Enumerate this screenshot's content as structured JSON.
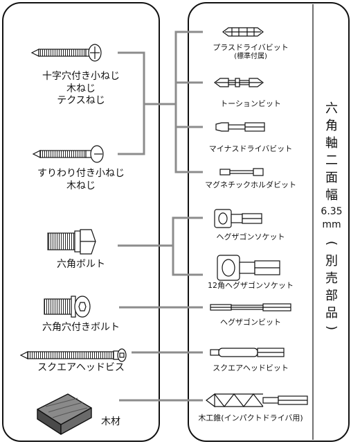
{
  "left_items": [
    {
      "id": "phillips-screw",
      "lines": [
        "十字穴付き小ねじ",
        "木ねじ",
        "テクスねじ"
      ],
      "icon": "phillips-screw-icon"
    },
    {
      "id": "slotted-screw",
      "lines": [
        "すりわり付き小ねじ",
        "木ねじ"
      ],
      "icon": "slotted-screw-icon"
    },
    {
      "id": "hex-bolt",
      "lines": [
        "六角ボルト"
      ],
      "icon": "hex-bolt-icon"
    },
    {
      "id": "hex-socket-bolt",
      "lines": [
        "六角穴付きボルト"
      ],
      "icon": "hex-socket-bolt-icon"
    },
    {
      "id": "square-screw",
      "lines": [
        "スクエアヘッドビス"
      ],
      "icon": "square-screw-icon"
    },
    {
      "id": "wood",
      "lines": [
        "木材"
      ],
      "icon": "wood-block-icon"
    }
  ],
  "right_items": [
    {
      "id": "plus-bit",
      "label": "プラスドライバビット",
      "sub": "(標準付属)",
      "icon": "plus-bit-icon"
    },
    {
      "id": "torsion-bit",
      "label": "トーションビット",
      "icon": "torsion-bit-icon"
    },
    {
      "id": "minus-bit",
      "label": "マイナスドライバビット",
      "icon": "minus-bit-icon"
    },
    {
      "id": "magnet-holder",
      "label": "マグネチックホルダビット",
      "icon": "magnetic-holder-icon"
    },
    {
      "id": "hex-socket",
      "label": "ヘグザゴンソケット",
      "icon": "hex-socket-icon"
    },
    {
      "id": "hex-socket-12",
      "label": "12角ヘグザゴンソケット",
      "icon": "12pt-socket-icon"
    },
    {
      "id": "hex-bit",
      "label": "ヘグザゴンビット",
      "icon": "hex-bit-icon"
    },
    {
      "id": "square-bit",
      "label": "スクエアヘッドビット",
      "icon": "square-bit-icon"
    },
    {
      "id": "wood-auger",
      "label": "木工錐(インパクトドライバ用)",
      "icon": "wood-auger-bit-icon"
    }
  ],
  "side_label": [
    "六",
    "角",
    "軸",
    "二",
    "面",
    "幅",
    "6.35",
    "mm",
    "(",
    "別",
    "売",
    "部",
    "品",
    ")"
  ]
}
